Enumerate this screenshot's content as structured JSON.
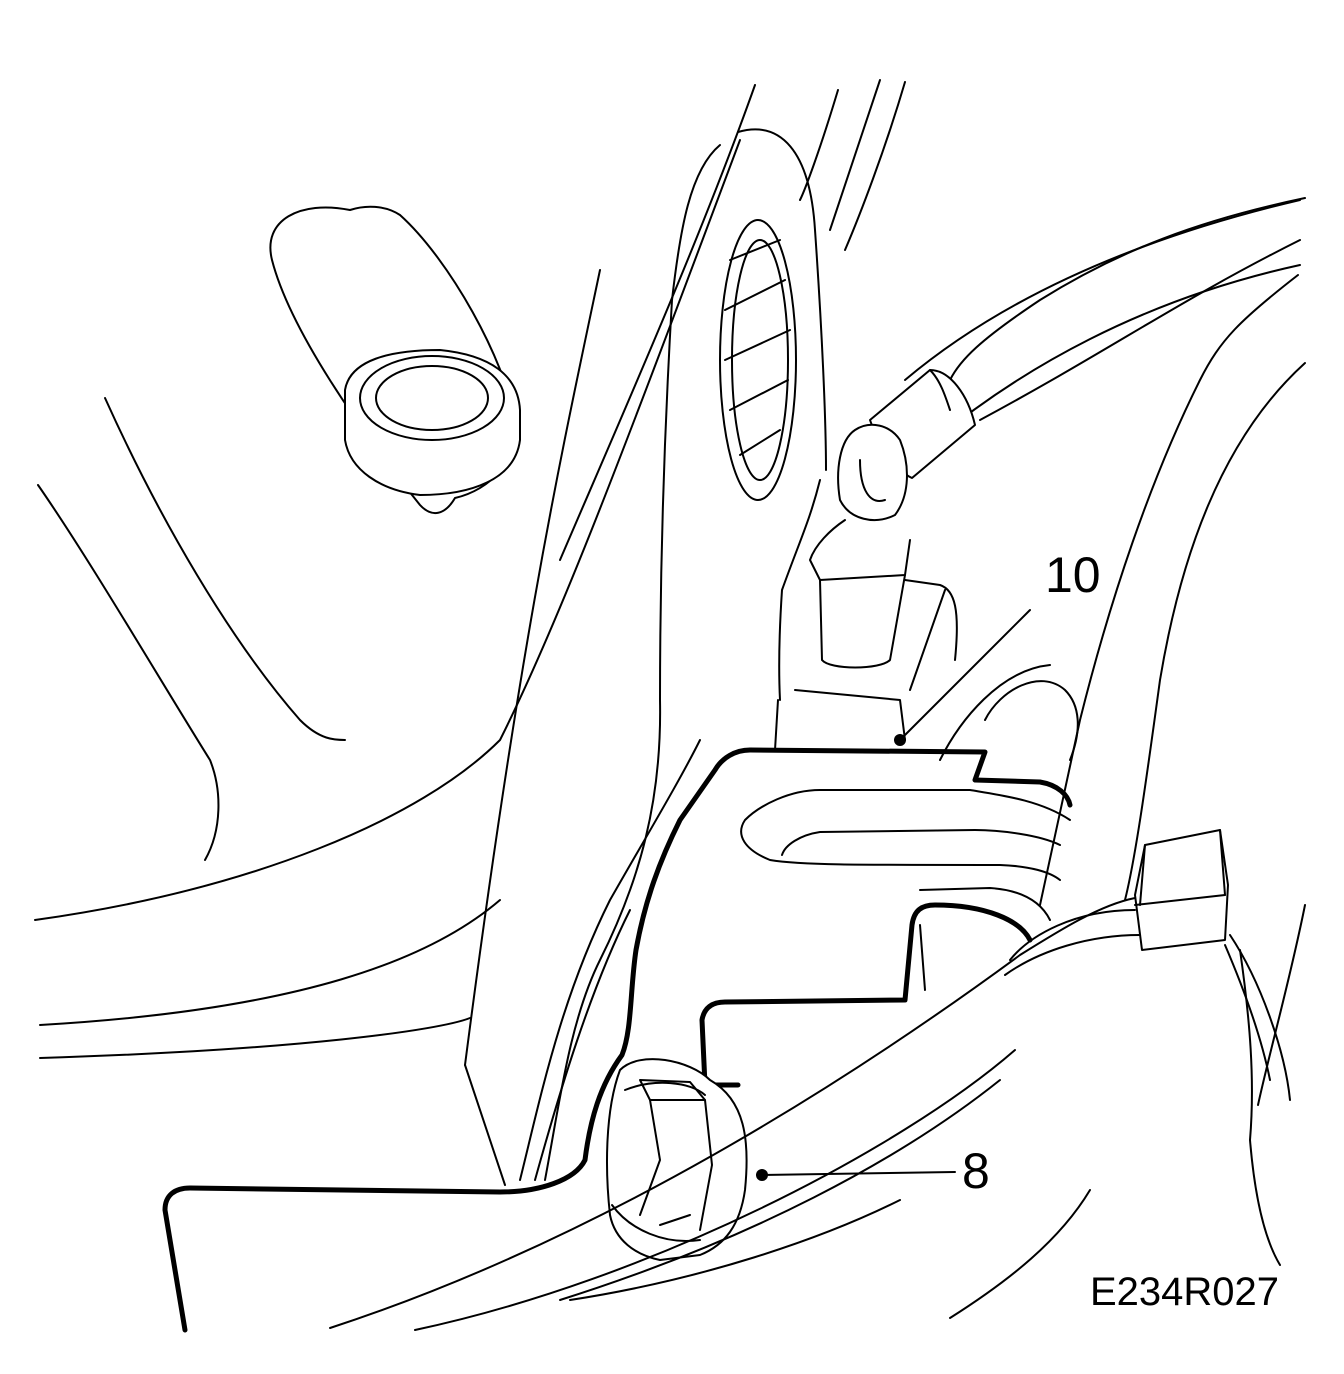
{
  "callouts": [
    {
      "id": "10",
      "label": "10",
      "target": "bracket"
    },
    {
      "id": "8",
      "label": "8",
      "target": "nut"
    }
  ],
  "figure_code": "E234R027"
}
